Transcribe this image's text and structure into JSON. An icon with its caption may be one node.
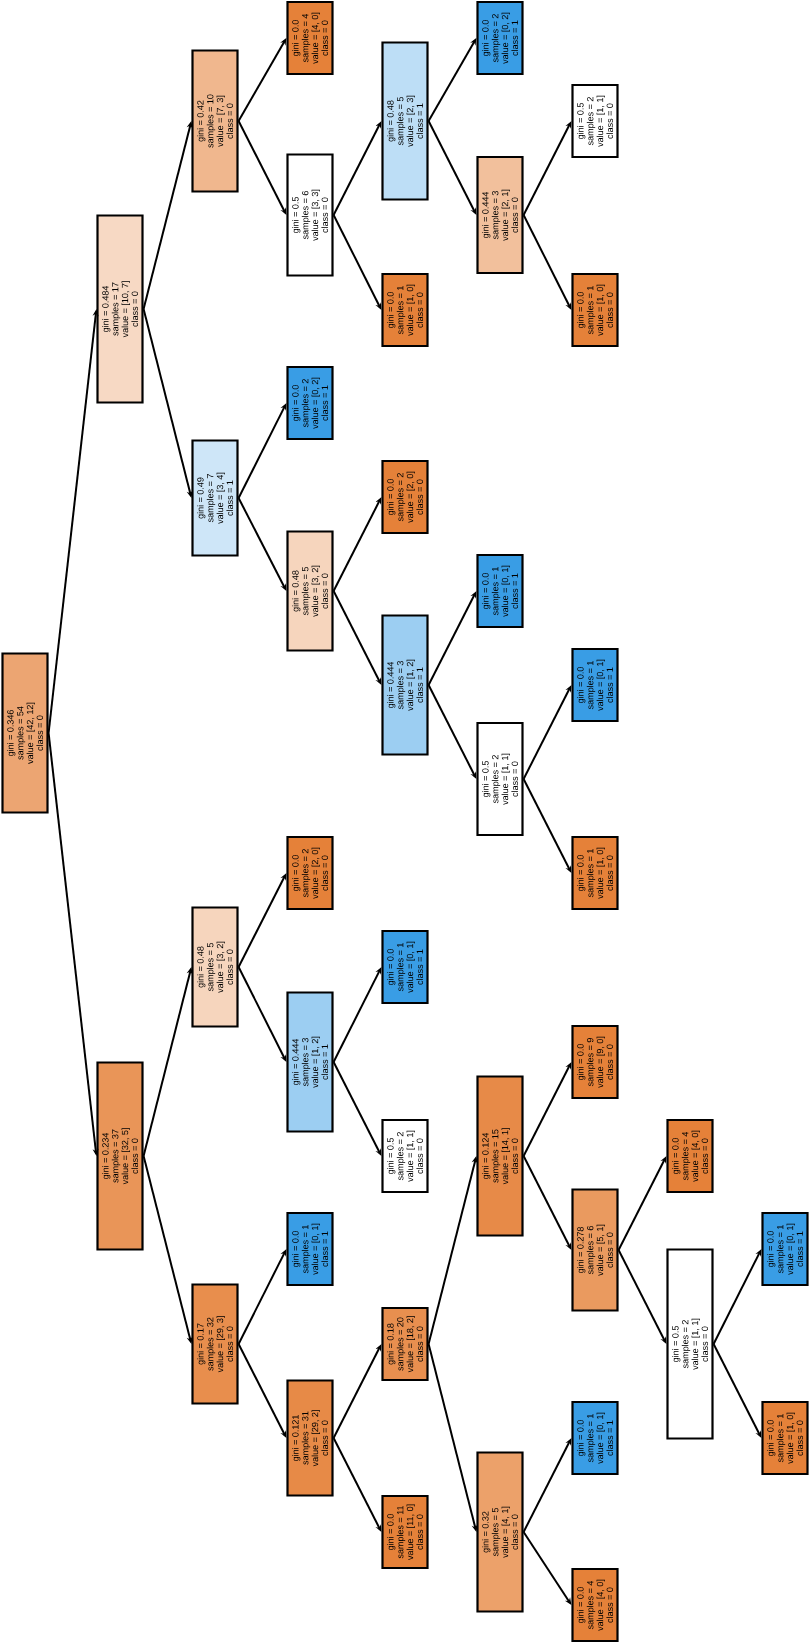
{
  "diagram": {
    "nodes": [
      {
        "text": [
          "gini = 0.346",
          "samples = 54",
          "value = [42, 12]",
          "class = 0"
        ]
      },
      {
        "text": [
          "gini = 0.484",
          "samples = 17",
          "value = [10, 7]",
          "class = 0"
        ]
      },
      {
        "text": [
          "gini = 0.42",
          "samples = 10",
          "value = [7, 3]",
          "class = 0"
        ]
      },
      {
        "text": [
          "gini = 0.0",
          "samples = 4",
          "value = [4, 0]",
          "class = 0"
        ]
      },
      {
        "text": [
          "gini = 0.5",
          "samples = 6",
          "value = [3, 3]",
          "class = 0"
        ]
      },
      {
        "text": [
          "gini = 0.48",
          "samples = 5",
          "value = [2, 3]",
          "class = 1"
        ]
      },
      {
        "text": [
          "gini = 0.0",
          "samples = 2",
          "value = [0, 2]",
          "class = 1"
        ]
      },
      {
        "text": [
          "gini = 0.444",
          "samples = 3",
          "value = [2, 1]",
          "class = 0"
        ]
      },
      {
        "text": [
          "gini = 0.5",
          "samples = 2",
          "value = [1, 1]",
          "class = 0"
        ]
      },
      {
        "text": [
          "gini = 0.0",
          "samples = 1",
          "value = [1, 0]",
          "class = 0"
        ]
      },
      {
        "text": [
          "gini = 0.0",
          "samples = 1",
          "value = [1, 0]",
          "class = 0"
        ]
      },
      {
        "text": [
          "gini = 0.49",
          "samples = 7",
          "value = [3, 4]",
          "class = 1"
        ]
      },
      {
        "text": [
          "gini = 0.0",
          "samples = 2",
          "value = [0, 2]",
          "class = 1"
        ]
      },
      {
        "text": [
          "gini = 0.48",
          "samples = 5",
          "value = [3, 2]",
          "class = 0"
        ]
      },
      {
        "text": [
          "gini = 0.0",
          "samples = 2",
          "value = [2, 0]",
          "class = 0"
        ]
      },
      {
        "text": [
          "gini = 0.444",
          "samples = 3",
          "value = [1, 2]",
          "class = 1"
        ]
      },
      {
        "text": [
          "gini = 0.0",
          "samples = 1",
          "value = [0, 1]",
          "class = 1"
        ]
      },
      {
        "text": [
          "gini = 0.5",
          "samples = 2",
          "value = [1, 1]",
          "class = 0"
        ]
      },
      {
        "text": [
          "gini = 0.0",
          "samples = 1",
          "value = [0, 1]",
          "class = 1"
        ]
      },
      {
        "text": [
          "gini = 0.0",
          "samples = 1",
          "value = [1, 0]",
          "class = 0"
        ]
      },
      {
        "text": [
          "gini = 0.234",
          "samples = 37",
          "value = [32, 5]",
          "class = 0"
        ]
      },
      {
        "text": [
          "gini = 0.48",
          "samples = 5",
          "value = [3, 2]",
          "class = 0"
        ]
      },
      {
        "text": [
          "gini = 0.0",
          "samples = 2",
          "value = [2, 0]",
          "class = 0"
        ]
      },
      {
        "text": [
          "gini = 0.444",
          "samples = 3",
          "value = [1, 2]",
          "class = 1"
        ]
      },
      {
        "text": [
          "gini = 0.0",
          "samples = 1",
          "value = [0, 1]",
          "class = 1"
        ]
      },
      {
        "text": [
          "gini = 0.5",
          "samples = 2",
          "value = [1, 1]",
          "class = 0"
        ]
      },
      {
        "text": [
          "gini = 0.17",
          "samples = 32",
          "value = [29, 3]",
          "class = 0"
        ]
      },
      {
        "text": [
          "gini = 0.0",
          "samples = 1",
          "value = [0, 1]",
          "class = 1"
        ]
      },
      {
        "text": [
          "gini = 0.121",
          "samples = 31",
          "value = [29, 2]",
          "class = 0"
        ]
      },
      {
        "text": [
          "gini = 0.18",
          "samples = 20",
          "value = [18, 2]",
          "class = 0"
        ]
      },
      {
        "text": [
          "gini = 0.124",
          "samples = 15",
          "value = [14, 1]",
          "class = 0"
        ]
      },
      {
        "text": [
          "gini = 0.0",
          "samples = 9",
          "value = [9, 0]",
          "class = 0"
        ]
      },
      {
        "text": [
          "gini = 0.278",
          "samples = 6",
          "value = [5, 1]",
          "class = 0"
        ]
      },
      {
        "text": [
          "gini = 0.0",
          "samples = 4",
          "value = [4, 0]",
          "class = 0"
        ]
      },
      {
        "text": [
          "gini = 0.5",
          "samples = 2",
          "value = [1, 1]",
          "class = 0"
        ]
      },
      {
        "text": [
          "gini = 0.0",
          "samples = 1",
          "value = [0, 1]",
          "class = 1"
        ]
      },
      {
        "text": [
          "gini = 0.0",
          "samples = 1",
          "value = [1, 0]",
          "class = 0"
        ]
      },
      {
        "text": [
          "gini = 0.32",
          "samples = 5",
          "value = [4, 1]",
          "class = 0"
        ]
      },
      {
        "text": [
          "gini = 0.0",
          "samples = 1",
          "value = [0, 1]",
          "class = 1"
        ]
      },
      {
        "text": [
          "gini = 0.0",
          "samples = 4",
          "value = [4, 0]",
          "class = 0"
        ]
      },
      {
        "text": [
          "gini = 0.0",
          "samples = 11",
          "value = [11, 0]",
          "class = 0"
        ]
      }
    ],
    "edges": [
      {
        "from": 0,
        "to": 1,
        "arrow": "to"
      },
      {
        "from": 0,
        "to": 20,
        "arrow": "to"
      },
      {
        "from": 1,
        "to": 2,
        "arrow": "to"
      },
      {
        "from": 1,
        "to": 11,
        "arrow": "to"
      },
      {
        "from": 2,
        "to": 3,
        "arrow": "to"
      },
      {
        "from": 2,
        "to": 4,
        "arrow": "to"
      },
      {
        "from": 4,
        "to": 5,
        "arrow": "to"
      },
      {
        "from": 4,
        "to": 10,
        "arrow": "to"
      },
      {
        "from": 5,
        "to": 6,
        "arrow": "to"
      },
      {
        "from": 5,
        "to": 7,
        "arrow": "to"
      },
      {
        "from": 7,
        "to": 8,
        "arrow": "to"
      },
      {
        "from": 7,
        "to": 9,
        "arrow": "to"
      },
      {
        "from": 11,
        "to": 12,
        "arrow": "to"
      },
      {
        "from": 11,
        "to": 13,
        "arrow": "to"
      },
      {
        "from": 13,
        "to": 14,
        "arrow": "to"
      },
      {
        "from": 13,
        "to": 15,
        "arrow": "to"
      },
      {
        "from": 15,
        "to": 16,
        "arrow": "to"
      },
      {
        "from": 15,
        "to": 17,
        "arrow": "to"
      },
      {
        "from": 17,
        "to": 18,
        "arrow": "to"
      },
      {
        "from": 17,
        "to": 19,
        "arrow": "to"
      },
      {
        "from": 20,
        "to": 21,
        "arrow": "to"
      },
      {
        "from": 20,
        "to": 26,
        "arrow": "to"
      },
      {
        "from": 21,
        "to": 22,
        "arrow": "to"
      },
      {
        "from": 21,
        "to": 23,
        "arrow": "to"
      },
      {
        "from": 23,
        "to": 24,
        "arrow": "to"
      },
      {
        "from": 23,
        "to": 25,
        "arrow": "to"
      },
      {
        "from": 26,
        "to": 27,
        "arrow": "to"
      },
      {
        "from": 26,
        "to": 28,
        "arrow": "to"
      },
      {
        "from": 28,
        "to": 29,
        "arrow": "to"
      },
      {
        "from": 28,
        "to": 40,
        "arrow": "to"
      },
      {
        "from": 29,
        "to": 30,
        "arrow": "to"
      },
      {
        "from": 29,
        "to": 37,
        "arrow": "to"
      },
      {
        "from": 30,
        "to": 31,
        "arrow": "to"
      },
      {
        "from": 30,
        "to": 32,
        "arrow": "to"
      },
      {
        "from": 32,
        "to": 33,
        "arrow": "to"
      },
      {
        "from": 32,
        "to": 34,
        "arrow": "to"
      },
      {
        "from": 34,
        "to": 35,
        "arrow": "to"
      },
      {
        "from": 34,
        "to": 36,
        "arrow": "to"
      },
      {
        "from": 37,
        "to": 38,
        "arrow": "to"
      },
      {
        "from": 37,
        "to": 39,
        "arrow": "to"
      }
    ]
  }
}
